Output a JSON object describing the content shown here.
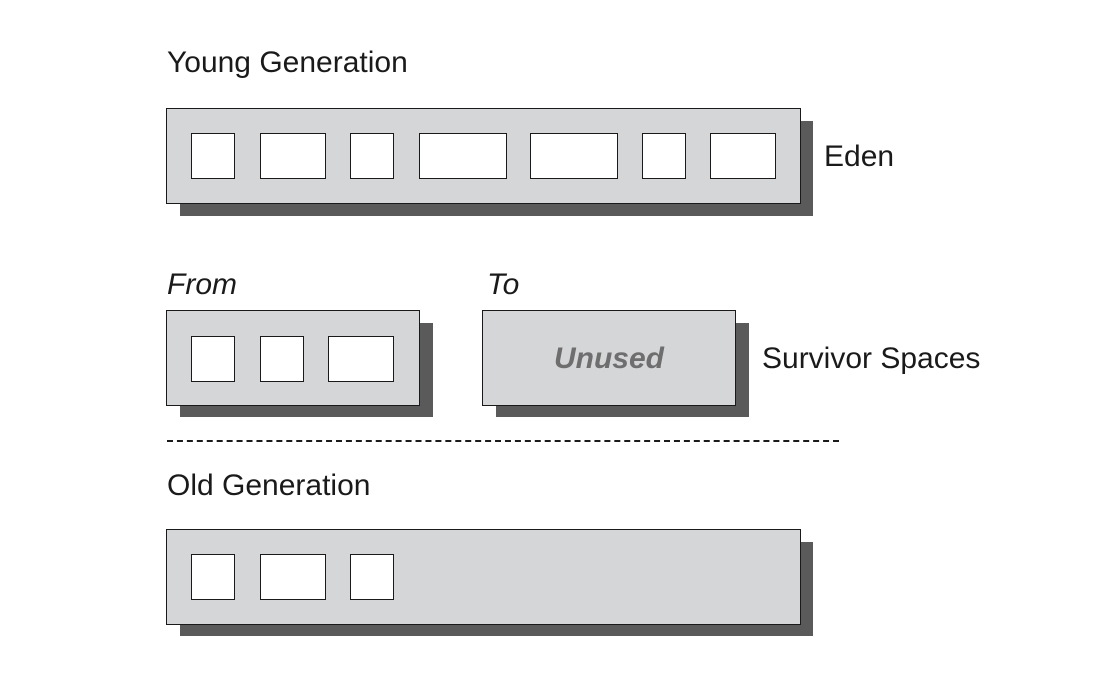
{
  "young_generation": {
    "label": "Young Generation",
    "eden": {
      "label": "Eden",
      "object_count": 7
    },
    "survivor": {
      "label": "Survivor Spaces",
      "from": {
        "label": "From",
        "object_count": 3
      },
      "to": {
        "label": "To",
        "status": "Unused"
      }
    }
  },
  "old_generation": {
    "label": "Old Generation",
    "object_count": 3
  },
  "colors": {
    "region_fill": "#d5d6d8",
    "shadow": "#5a5a5a",
    "object_fill": "#ffffff",
    "outline": "#1a1a1a",
    "unused_text": "#6e6e6e"
  }
}
